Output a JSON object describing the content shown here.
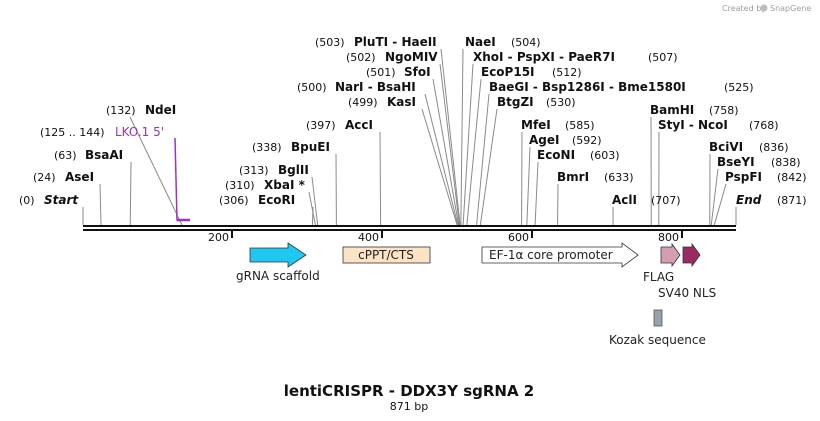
{
  "watermark": {
    "prefix": "Created by",
    "brand": "SnapGene"
  },
  "title": "lentiCRISPR - DDX3Y sgRNA 2",
  "subtitle": "871 bp",
  "sites": [
    {
      "pos": "(0)",
      "name": "Start",
      "italic": true
    },
    {
      "pos": "(24)",
      "name": "AseI"
    },
    {
      "pos": "(63)",
      "name": "BsaAI"
    },
    {
      "pos": "(132)",
      "name": "NdeI"
    },
    {
      "pos": "(306)",
      "name": "EcoRI"
    },
    {
      "pos": "(310)",
      "name": "XbaI *"
    },
    {
      "pos": "(313)",
      "name": "BglII"
    },
    {
      "pos": "(338)",
      "name": "BpuEI"
    },
    {
      "pos": "(397)",
      "name": "AccI"
    },
    {
      "pos": "(499)",
      "name": "KasI"
    },
    {
      "pos": "(500)",
      "name": "NarI - BsaHI"
    },
    {
      "pos": "(501)",
      "name": "SfoI"
    },
    {
      "pos": "(502)",
      "name": "NgoMIV"
    },
    {
      "pos": "(503)",
      "name": "PluTI - HaeII"
    },
    {
      "pos": "(504)",
      "name": "NaeI"
    },
    {
      "pos": "(507)",
      "name": "XhoI - PspXI - PaeR7I"
    },
    {
      "pos": "(512)",
      "name": "EcoP15I"
    },
    {
      "pos": "(525)",
      "name": "BaeGI - Bsp1286I - Bme1580I"
    },
    {
      "pos": "(530)",
      "name": "BtgZI"
    },
    {
      "pos": "(585)",
      "name": "MfeI"
    },
    {
      "pos": "(592)",
      "name": "AgeI"
    },
    {
      "pos": "(603)",
      "name": "EcoNI"
    },
    {
      "pos": "(633)",
      "name": "BmrI"
    },
    {
      "pos": "(707)",
      "name": "AclI"
    },
    {
      "pos": "(758)",
      "name": "BamHI"
    },
    {
      "pos": "(768)",
      "name": "StyI - NcoI"
    },
    {
      "pos": "(836)",
      "name": "BciVI"
    },
    {
      "pos": "(838)",
      "name": "BseYI"
    },
    {
      "pos": "(842)",
      "name": "PspFI"
    },
    {
      "pos": "(871)",
      "name": "End",
      "italic": true
    }
  ],
  "primer": {
    "range": "(125 .. 144)",
    "name": "LKO.1 5'",
    "color": "#9b30c8"
  },
  "ticks": [
    "200",
    "400",
    "600",
    "800"
  ],
  "features": [
    {
      "name": "gRNA scaffold",
      "color": "#1ec8f0"
    },
    {
      "name": "cPPT/CTS",
      "color": "#fde3c6"
    },
    {
      "name": "EF-1α core promoter",
      "color": "#ffffff"
    },
    {
      "name": "FLAG",
      "color": "#d59db4"
    },
    {
      "name": "SV40 NLS",
      "color": "#9b2a62"
    },
    {
      "name": "Kozak sequence",
      "color": "#9aa3ab"
    }
  ]
}
